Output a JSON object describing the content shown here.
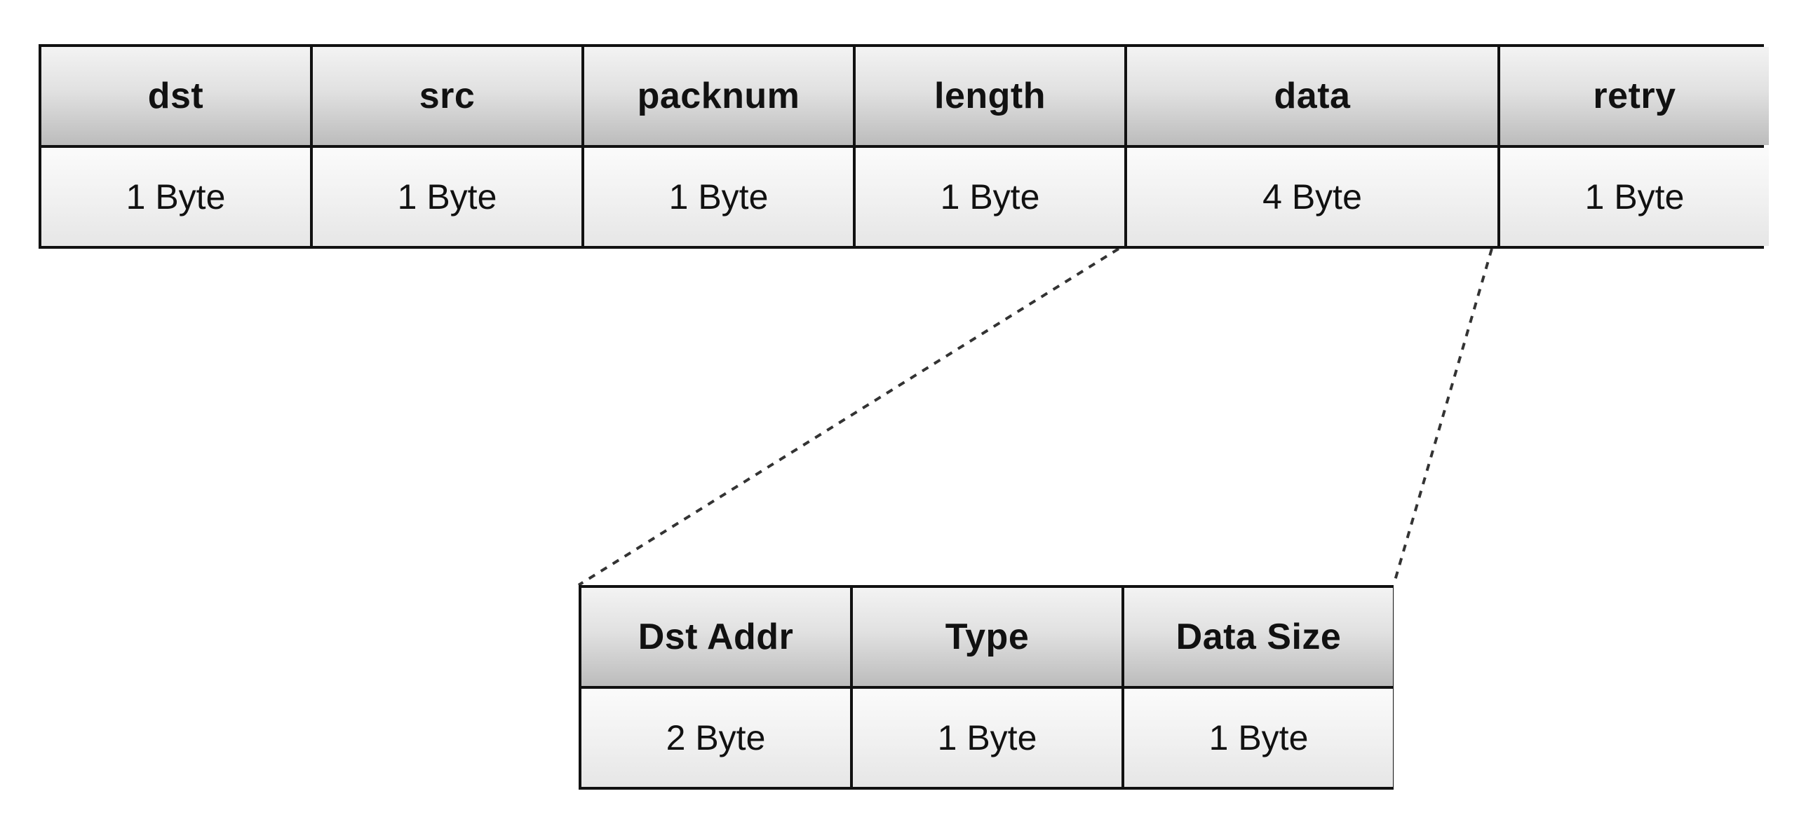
{
  "packet": {
    "fields": [
      {
        "name": "dst",
        "size": "1 Byte"
      },
      {
        "name": "src",
        "size": "1 Byte"
      },
      {
        "name": "packnum",
        "size": "1 Byte"
      },
      {
        "name": "length",
        "size": "1 Byte"
      },
      {
        "name": "data",
        "size": "4 Byte"
      },
      {
        "name": "retry",
        "size": "1 Byte"
      }
    ]
  },
  "data_breakdown": {
    "fields": [
      {
        "name": "Dst Addr",
        "size": "2 Byte"
      },
      {
        "name": "Type",
        "size": "1 Byte"
      },
      {
        "name": "Data Size",
        "size": "1 Byte"
      }
    ]
  },
  "colors": {
    "border": "#111111",
    "text": "#111111",
    "connector": "#333333"
  }
}
